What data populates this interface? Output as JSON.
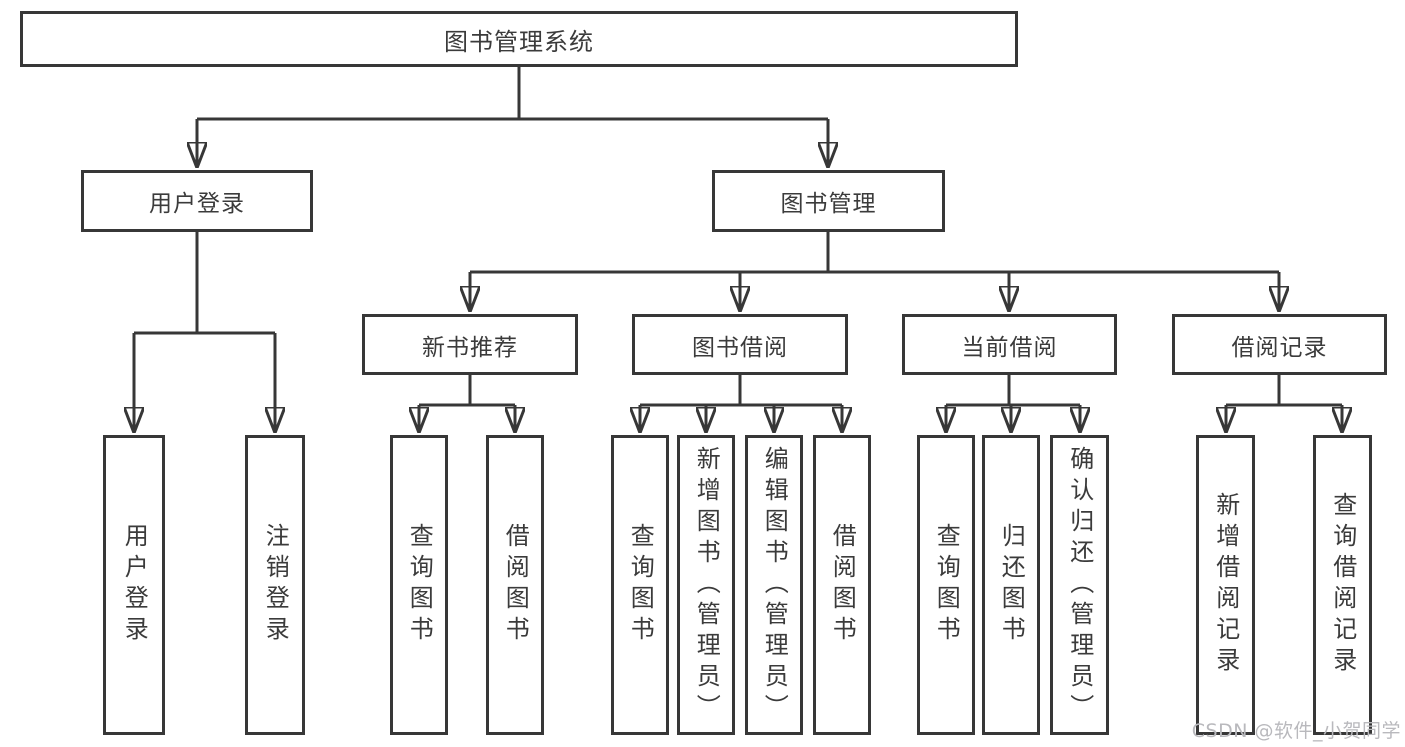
{
  "nodes": {
    "root": "图书管理系统",
    "level2": [
      "用户登录",
      "图书管理"
    ],
    "level3": [
      "新书推荐",
      "图书借阅",
      "当前借阅",
      "借阅记录"
    ],
    "login_children": [
      "用户登录",
      "注销登录"
    ],
    "recommend_children": [
      "查询图书",
      "借阅图书"
    ],
    "borrow_children": [
      "查询图书",
      "新增图书（管理员）",
      "编辑图书（管理员）",
      "借阅图书"
    ],
    "current_children": [
      "查询图书",
      "归还图书",
      "确认归还（管理员）"
    ],
    "records_children": [
      "新增借阅记录",
      "查询借阅记录"
    ]
  },
  "watermark": "CSDN @软件_小贺同学",
  "colors": {
    "box_border": "#373737",
    "connector_line": "#373737",
    "text": "#3b3b3b",
    "background": "#ffffff",
    "watermark": "#b9b9bd"
  }
}
